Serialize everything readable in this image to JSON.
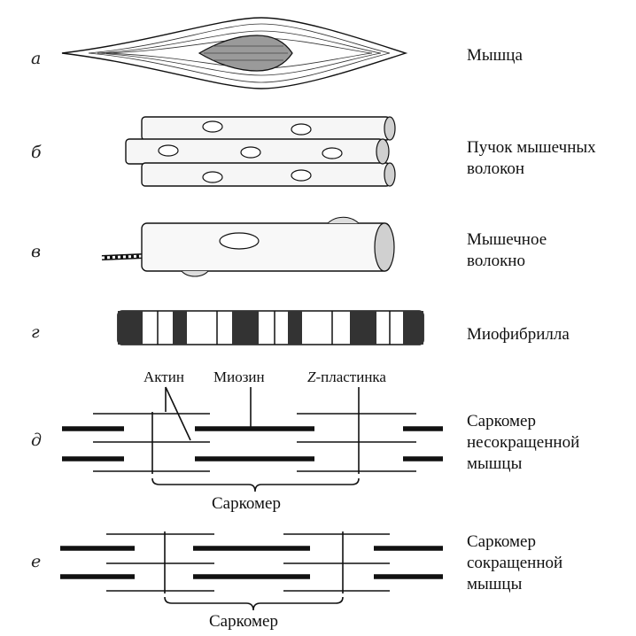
{
  "rows": {
    "a": {
      "letter": "а",
      "label_lines": [
        "Мышца"
      ]
    },
    "b": {
      "letter": "б",
      "label_lines": [
        "Пучок мышечных",
        "волокон"
      ]
    },
    "v": {
      "letter": "в",
      "label_lines": [
        "Мышечное",
        "волокно"
      ]
    },
    "g": {
      "letter": "г",
      "label_lines": [
        "Миофибрилла"
      ]
    },
    "d": {
      "letter": "д",
      "label_lines": [
        "Саркомер",
        "несокращенной",
        "мышцы"
      ]
    },
    "e": {
      "letter": "е",
      "label_lines": [
        "Саркомер",
        "сокращенной",
        "мышцы"
      ]
    }
  },
  "annotations": {
    "actin": "Актин",
    "myosin": "Миозин",
    "z_prefix": "Z",
    "z_suffix": "-пластинка",
    "sarcomere_relaxed": "Саркомер",
    "sarcomere_contracted": "Саркомер"
  }
}
